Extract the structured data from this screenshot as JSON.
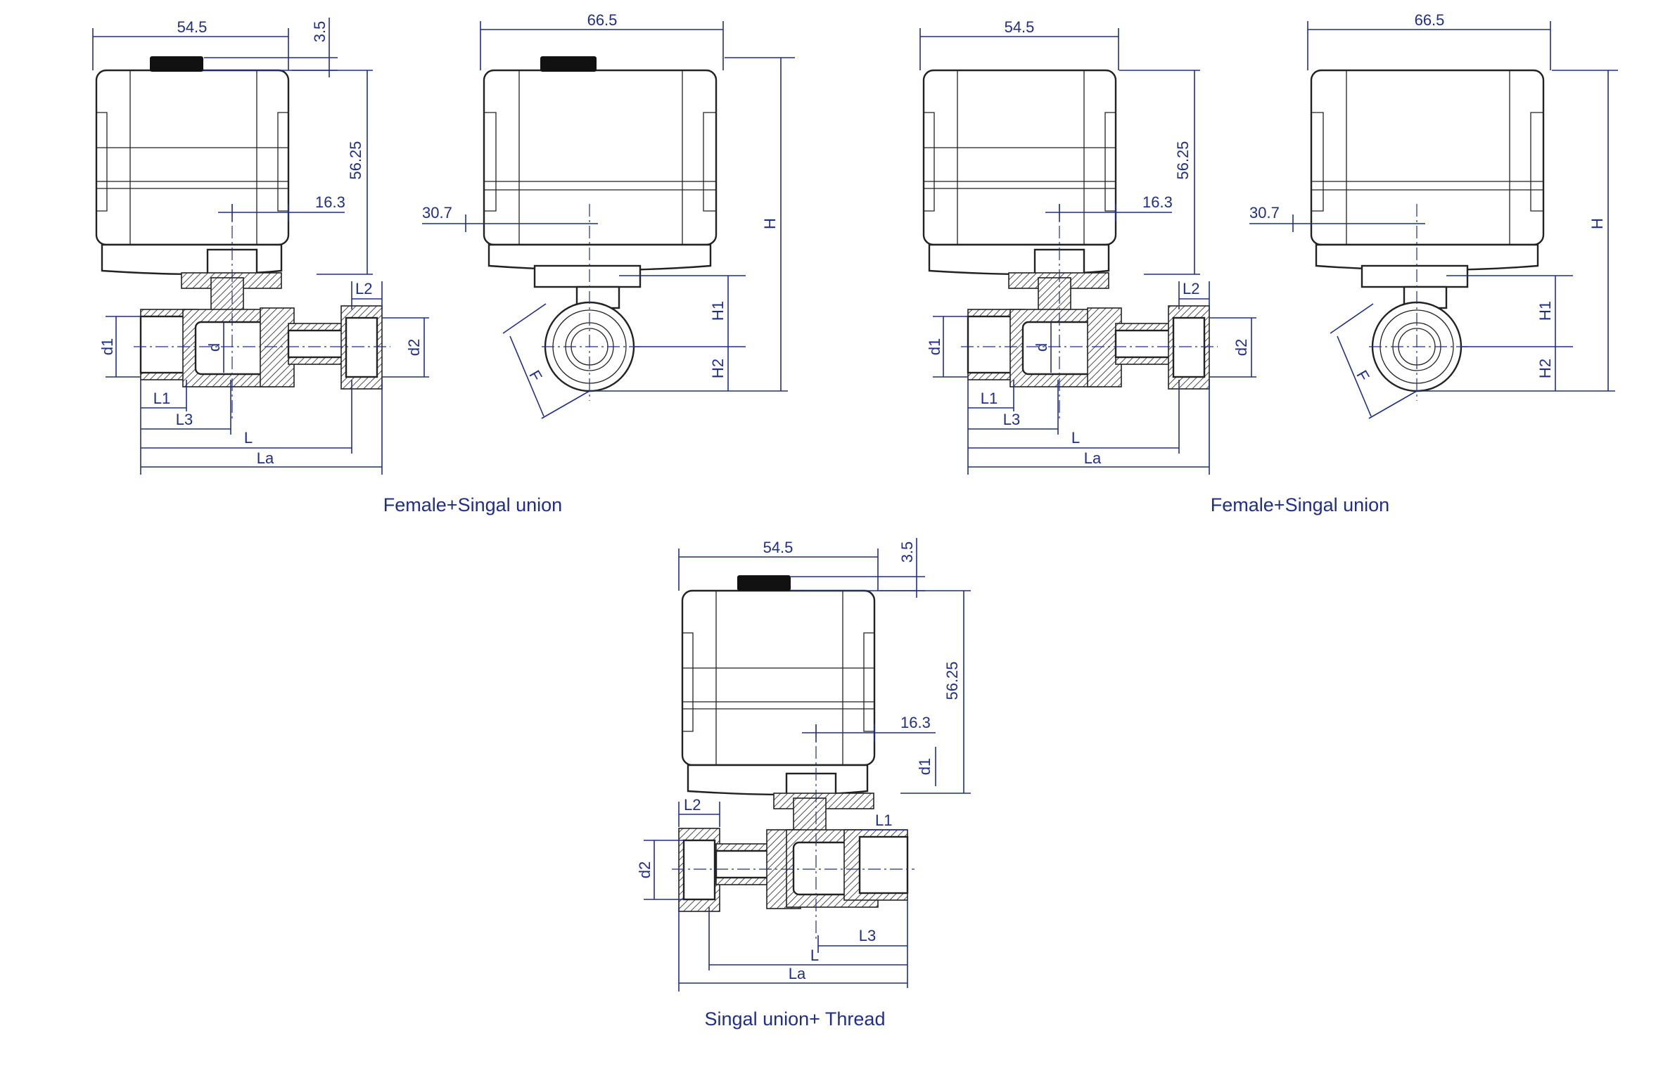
{
  "views": [
    {
      "id": "v1",
      "caption": "Female+Singal union",
      "front_labels": {
        "w": "54.5",
        "knob": "3.5",
        "h": "56.25",
        "stem": "16.3",
        "L2": "L2",
        "d1": "d1",
        "d": "d",
        "d2": "d2",
        "L1": "L1",
        "L3": "L3",
        "L": "L",
        "La": "La"
      },
      "side_labels": {
        "w": "66.5",
        "off": "30.7",
        "H": "H",
        "H1": "H1",
        "H2": "H2",
        "F": "F"
      }
    },
    {
      "id": "v2",
      "caption": "Female+Singal union",
      "front_labels": {
        "w": "54.5",
        "h": "56.25",
        "stem": "16.3",
        "L2": "L2",
        "d1": "d1",
        "d": "d",
        "d2": "d2",
        "L1": "L1",
        "L3": "L3",
        "L": "L",
        "La": "La"
      },
      "side_labels": {
        "w": "66.5",
        "off": "30.7",
        "H": "H",
        "H1": "H1",
        "H2": "H2",
        "F": "F"
      }
    },
    {
      "id": "v3",
      "caption": "Singal union+ Thread",
      "front_labels": {
        "w": "54.5",
        "knob": "3.5",
        "h": "56.25",
        "stem": "16.3",
        "d1": "d1",
        "L2": "L2",
        "L1": "L1",
        "d2": "d2",
        "L3": "L3",
        "L": "L",
        "La": "La"
      }
    }
  ],
  "colors": {
    "dimension": "#1f2e8c",
    "outline": "#222222"
  }
}
